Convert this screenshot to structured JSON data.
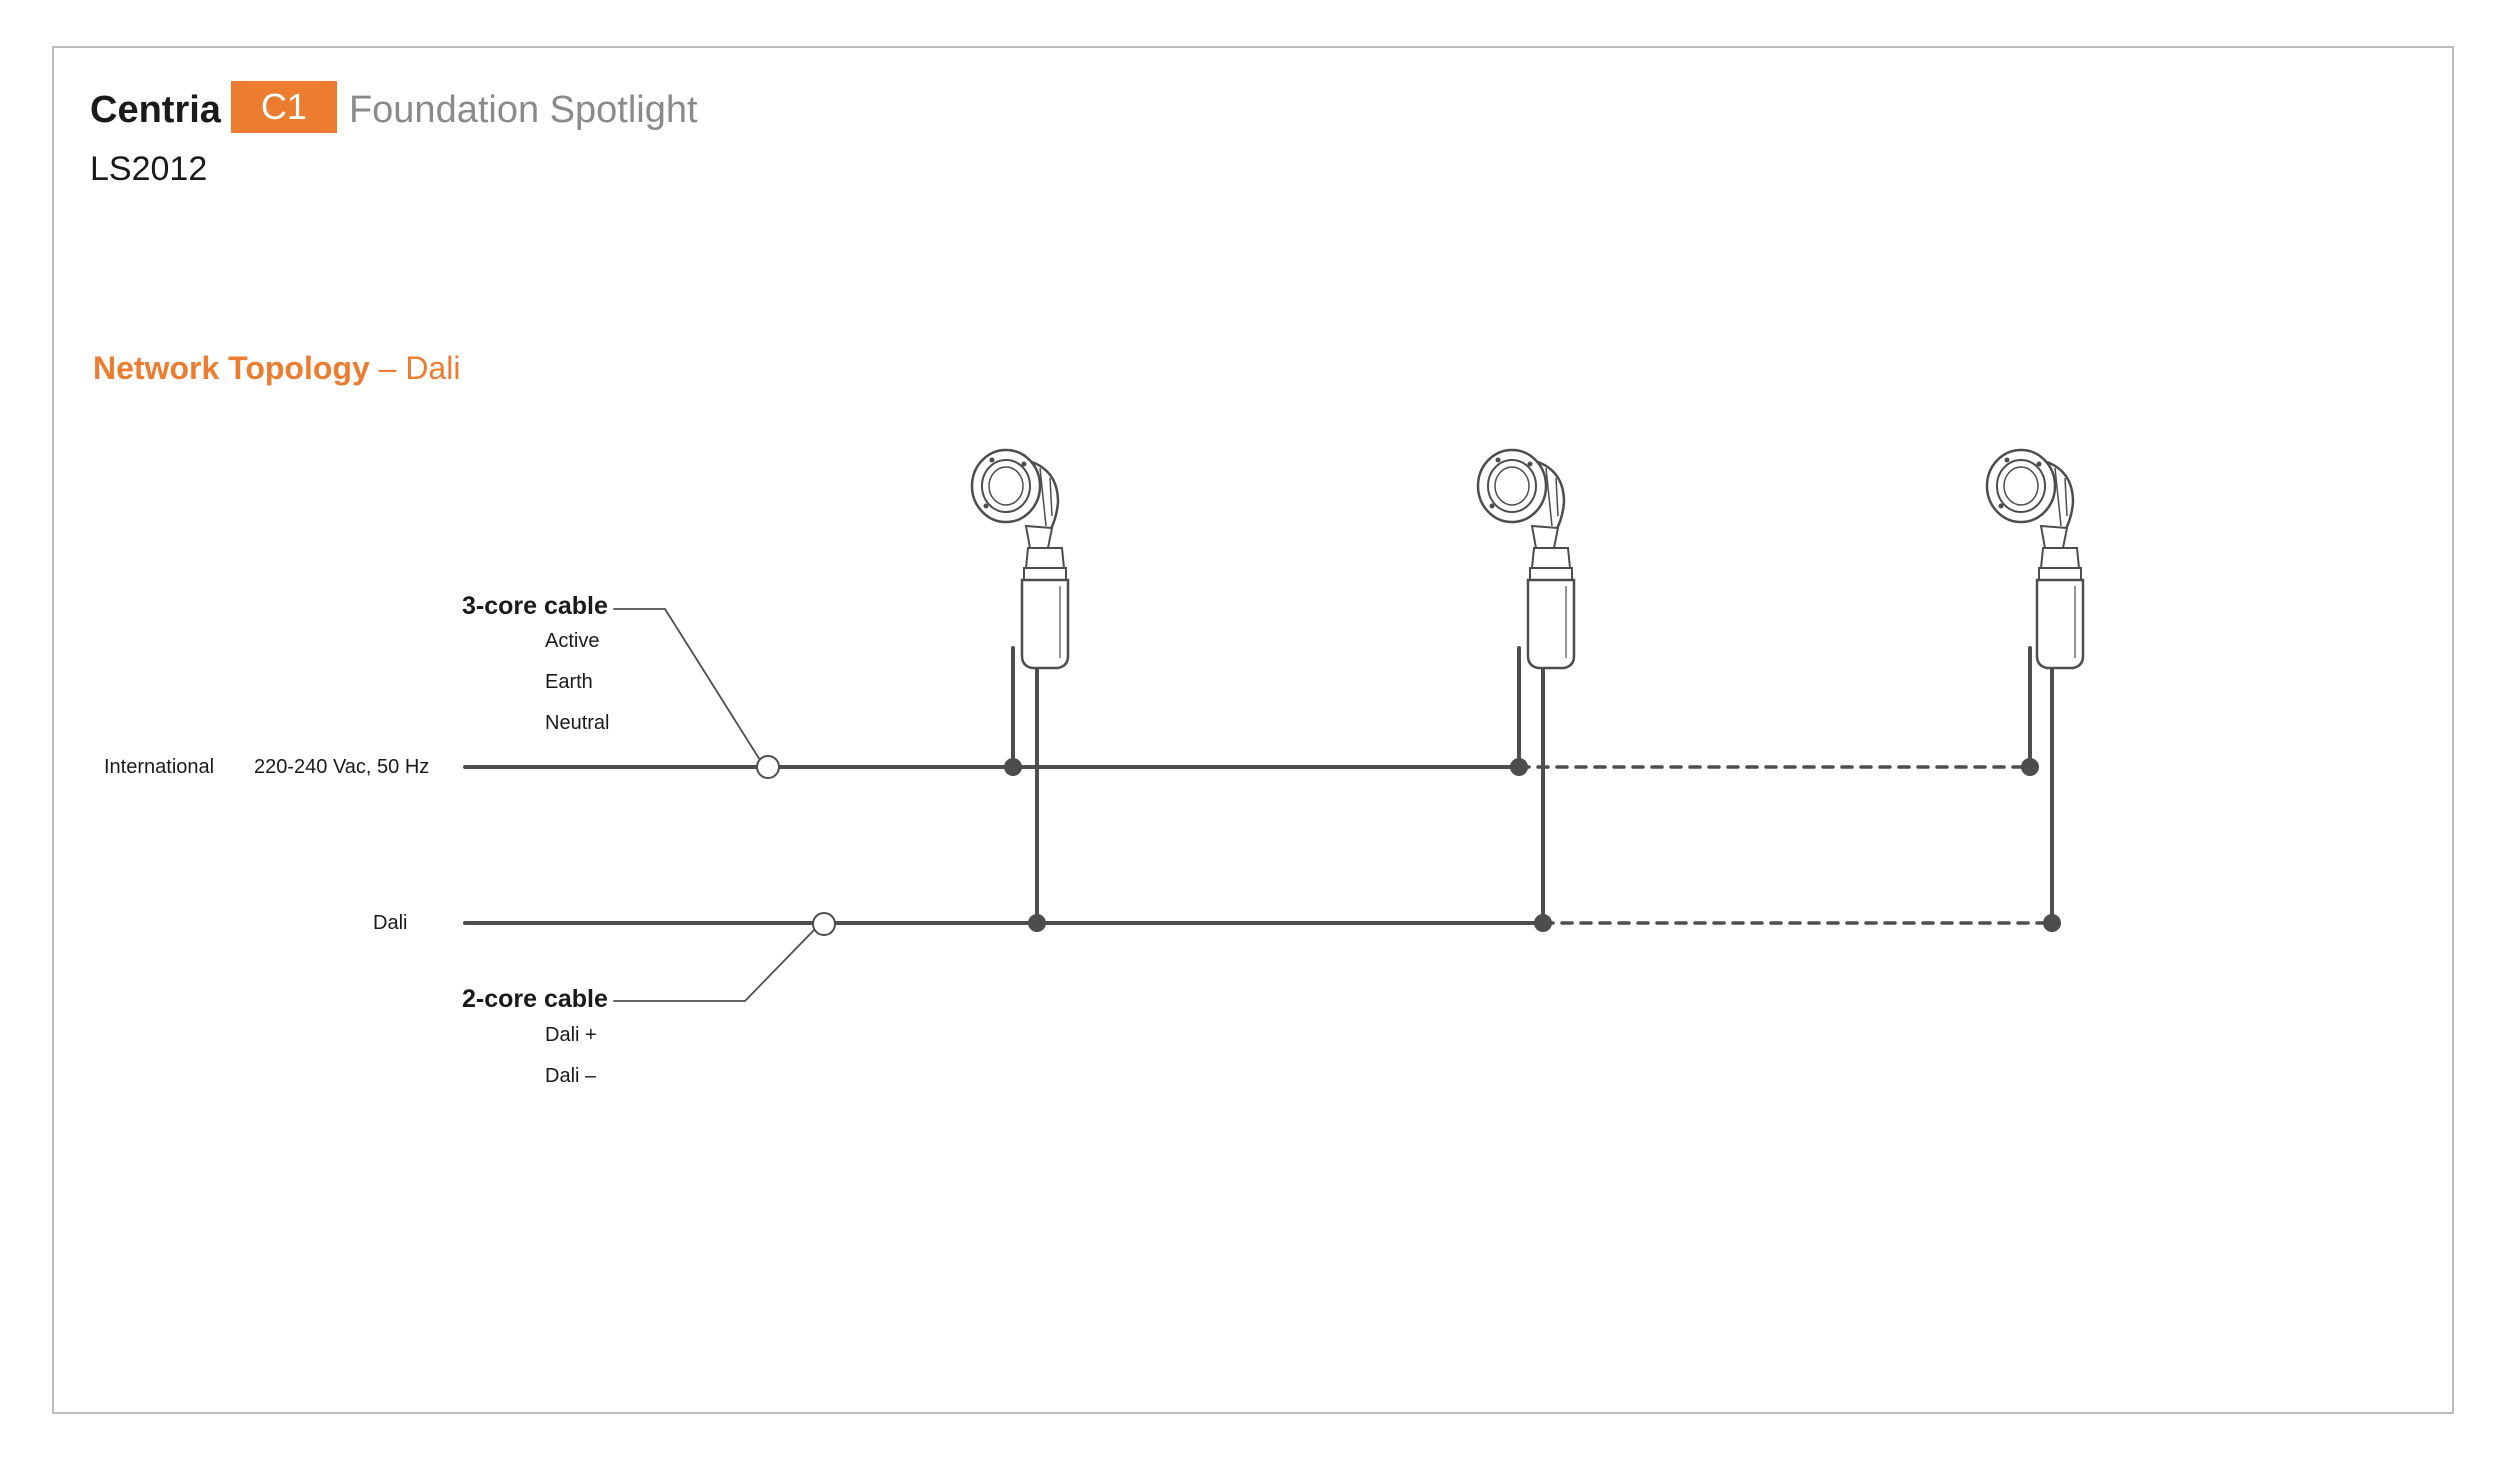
{
  "header": {
    "brand": "Centria",
    "badge": "C1",
    "product": "Foundation Spotlight",
    "code": "LS2012"
  },
  "section": {
    "title_strong": "Network Topology",
    "title_light": " – Dali"
  },
  "power_line": {
    "region_label": "International",
    "voltage_label": "220-240 Vac, 50 Hz"
  },
  "dali_line": {
    "label": "Dali"
  },
  "cable_3core": {
    "title": "3-core cable",
    "cores": [
      "Active",
      "Earth",
      "Neutral"
    ]
  },
  "cable_2core": {
    "title": "2-core cable",
    "cores": [
      "Dali +",
      "Dali –"
    ]
  },
  "fixtures": [
    {
      "id": "spotlight-1",
      "connection": "solid"
    },
    {
      "id": "spotlight-2",
      "connection": "solid"
    },
    {
      "id": "spotlight-3",
      "connection": "dashed"
    }
  ],
  "colors": {
    "accent": "#ec7c2f",
    "line": "#4d4d4d",
    "frame": "#bdbdbd"
  },
  "icons": [
    "spotlight-fixture-icon",
    "junction-dot-icon",
    "cable-marker-icon"
  ]
}
